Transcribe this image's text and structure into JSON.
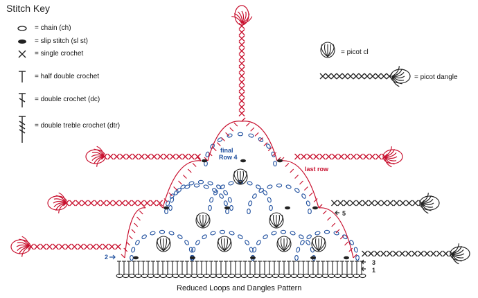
{
  "title": "Stitch Key",
  "key_items": [
    {
      "icon": "chain-oval-icon",
      "label": "= chain (ch)"
    },
    {
      "icon": "slip-stitch-icon",
      "label": "= slip stitch (sl st)"
    },
    {
      "icon": "single-crochet-icon",
      "label": "= single crochet"
    },
    {
      "icon": "half-double-crochet-icon",
      "label": "= half double crochet"
    },
    {
      "icon": "double-crochet-icon",
      "label": "= double crochet (dc)"
    },
    {
      "icon": "double-treble-crochet-icon",
      "label": "= double treble crochet (dtr)"
    }
  ],
  "legend_right": {
    "picot_cl": "= picot cl",
    "picot_dangle": "= picot dangle"
  },
  "row_labels": {
    "row1": "1",
    "row2": "2",
    "row3": "3",
    "row4_final_line1": "final",
    "row4_final_line2": "Row 4",
    "row5": "5",
    "last_row": "last row"
  },
  "caption": "Reduced Loops and Dangles Pattern",
  "colors": {
    "red": "#c8102e",
    "blue": "#1f4f9e",
    "dark": "#222222"
  }
}
